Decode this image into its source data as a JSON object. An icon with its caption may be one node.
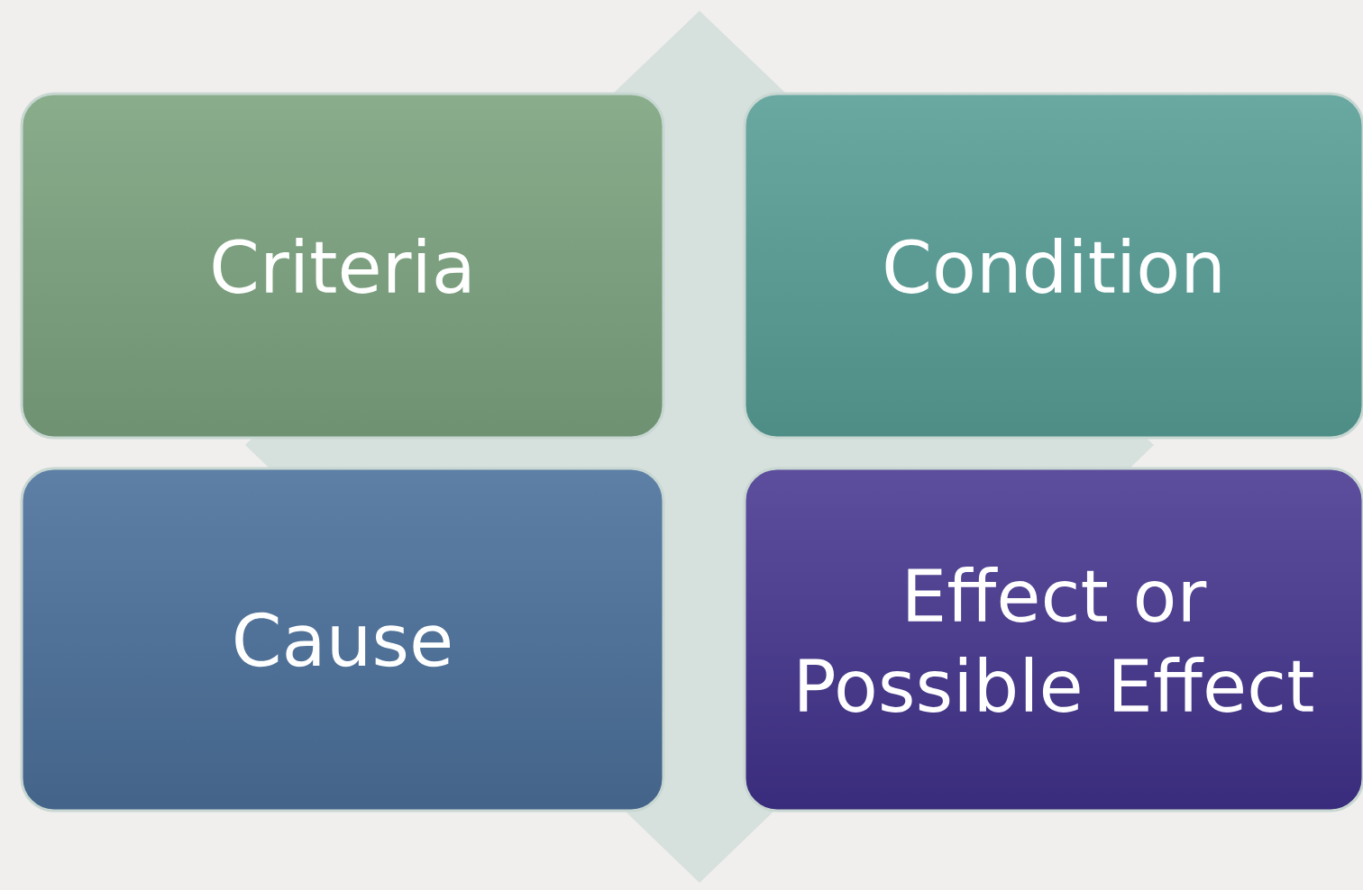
{
  "diagram": {
    "nodes": [
      {
        "text": [
          "Criteria"
        ]
      },
      {
        "text": [
          "Condition"
        ]
      },
      {
        "text": [
          "Cause"
        ]
      },
      {
        "text": [
          "Effect or Possible Effect"
        ]
      }
    ]
  }
}
